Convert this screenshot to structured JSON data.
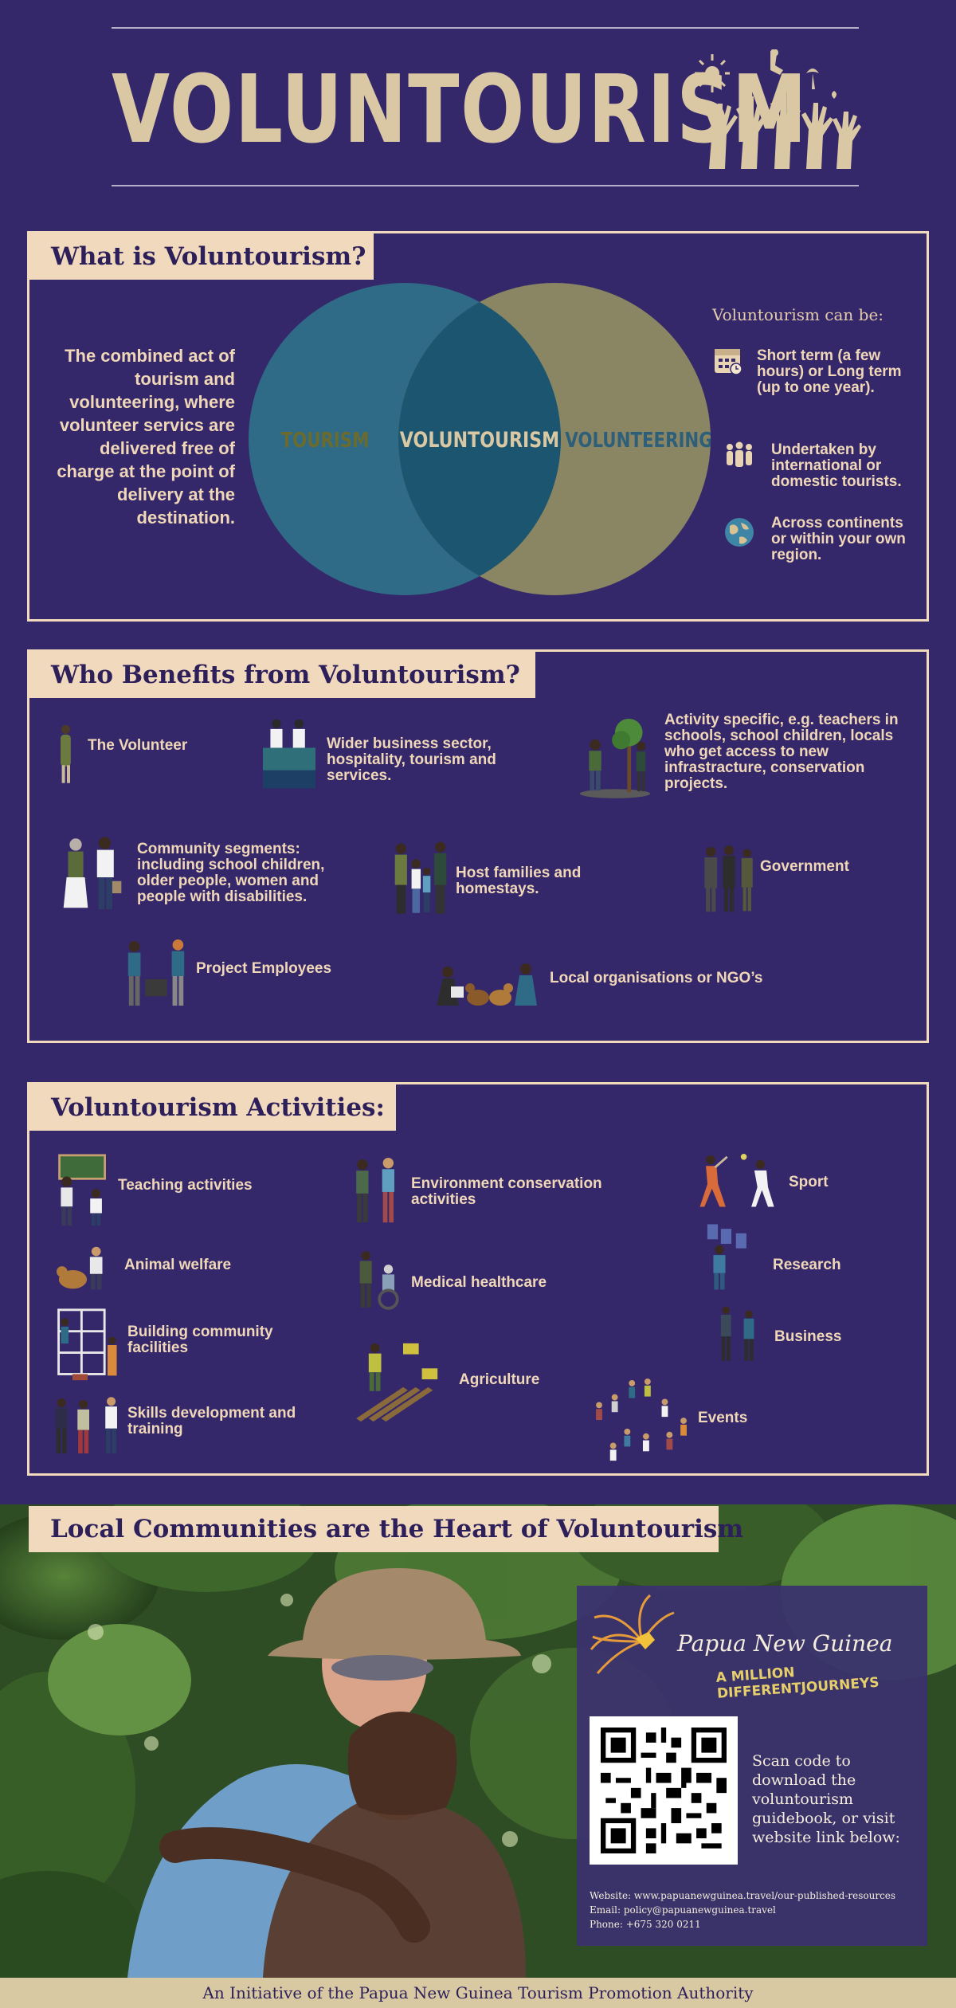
{
  "header": {
    "title": "VOLUNTOURISM"
  },
  "what": {
    "heading": "What is Voluntourism?",
    "definition": "The combined act of tourism and volunteering, where volunteer servics are delivered free of charge at the point of delivery at the destination.",
    "venn": {
      "left": "TOURISM",
      "center": "VOLUNTOURISM",
      "right": "VOLUNTEERING"
    },
    "can_be_title": "Voluntourism can be:",
    "can_be": [
      {
        "icon": "calendar-icon",
        "text": "Short term (a few hours) or Long term (up to one year)."
      },
      {
        "icon": "people-group-icon",
        "text": "Undertaken by international or domestic tourists."
      },
      {
        "icon": "globe-icon",
        "text": "Across continents or within your own region."
      }
    ]
  },
  "benefits": {
    "heading": "Who Benefits from Voluntourism?",
    "items": [
      {
        "icon": "volunteer-figure-icon",
        "text": "The Volunteer"
      },
      {
        "icon": "business-desk-icon",
        "text": "Wider business sector, hospitality, tourism and services."
      },
      {
        "icon": "tree-planting-icon",
        "text": "Activity specific, e.g. teachers in schools, school children, locals who get access to new infrastracture, conservation projects."
      },
      {
        "icon": "community-figures-icon",
        "text": "Community segments: including school children, older people, women and people with disabilities."
      },
      {
        "icon": "family-icon",
        "text": "Host families and homestays."
      },
      {
        "icon": "government-officials-icon",
        "text": "Government"
      },
      {
        "icon": "employees-icon",
        "text": "Project Employees"
      },
      {
        "icon": "ngo-workers-icon",
        "text": "Local organisations or NGO’s"
      }
    ]
  },
  "activities": {
    "heading": "Voluntourism Activities:",
    "items": [
      {
        "icon": "teaching-icon",
        "text": "Teaching activities"
      },
      {
        "icon": "environment-icon",
        "text": "Environment conservation activities"
      },
      {
        "icon": "sport-icon",
        "text": "Sport"
      },
      {
        "icon": "animal-welfare-icon",
        "text": "Animal welfare"
      },
      {
        "icon": "medical-icon",
        "text": "Medical healthcare"
      },
      {
        "icon": "research-icon",
        "text": "Research"
      },
      {
        "icon": "building-icon",
        "text": "Building community facilities"
      },
      {
        "icon": "agriculture-icon",
        "text": "Agriculture"
      },
      {
        "icon": "business-icon",
        "text": "Business"
      },
      {
        "icon": "skills-training-icon",
        "text": "Skills development and training"
      },
      {
        "icon": "events-icon",
        "text": "Events"
      }
    ]
  },
  "communities": {
    "heading": "Local Communities are the Heart of Voluntourism",
    "brand": {
      "name": "Papua New Guinea",
      "tagline": "A MILLION DIFFERENTJOURNEYS"
    },
    "scan_text": "Scan code to download the voluntourism guidebook, or visit website link below:",
    "website": "Website: www.papuanewguinea.travel/our-published-resources",
    "email": "Email: policy@papuanewguinea.travel",
    "phone": "Phone: +675 320 0211"
  },
  "footer": {
    "text": "An Initiative of the Papua New Guinea Tourism Promotion Authority"
  },
  "colors": {
    "background": "#34286a",
    "tab": "#f1d9bd",
    "tourism_circle": "#2f6a86",
    "volunteering_circle": "#8a8562",
    "overlap": "#1b5570"
  }
}
